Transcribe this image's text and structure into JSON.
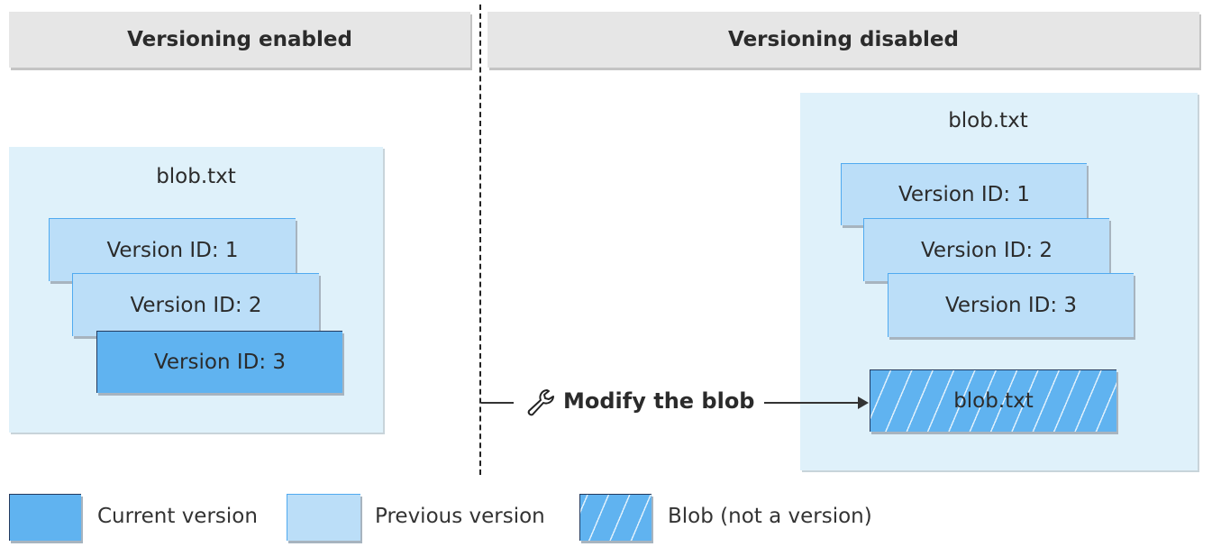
{
  "headers": {
    "left": "Versioning enabled",
    "right": "Versioning disabled"
  },
  "left_panel": {
    "title": "blob.txt",
    "versions": [
      "Version ID: 1",
      "Version ID: 2",
      "Version ID: 3"
    ],
    "current_index": 2
  },
  "right_panel": {
    "title": "blob.txt",
    "versions": [
      "Version ID: 1",
      "Version ID: 2",
      "Version ID: 3"
    ],
    "blob": "blob.txt"
  },
  "action": {
    "icon": "wrench-icon",
    "label": "Modify the blob"
  },
  "legend": [
    {
      "label": "Current version",
      "color": "#60b3f0"
    },
    {
      "label": "Previous version",
      "color": "#bbdef8"
    },
    {
      "label": "Blob (not a version)",
      "color": "#60b3f0",
      "pattern": "hatched"
    }
  ]
}
